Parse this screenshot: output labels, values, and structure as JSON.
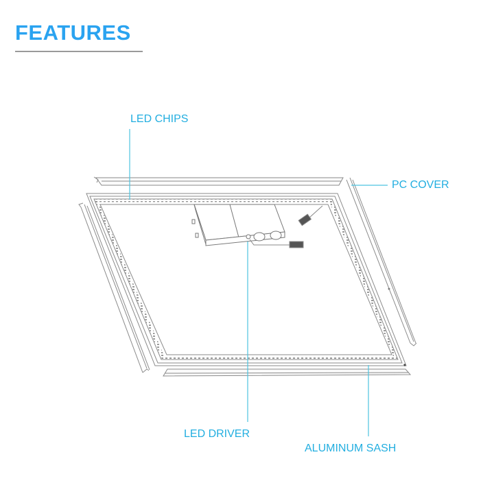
{
  "heading": {
    "title": "FEATURES"
  },
  "colors": {
    "accent": "#2aa3f0",
    "label": "#22aee0",
    "leader": "#4cc3e0",
    "line": "#8a8a8a"
  },
  "callouts": [
    {
      "id": "led-chips",
      "label": "LED CHIPS"
    },
    {
      "id": "pc-cover",
      "label": "PC COVER"
    },
    {
      "id": "led-driver",
      "label": "LED DRIVER"
    },
    {
      "id": "aluminum-sash",
      "label": "ALUMINUM SASH"
    }
  ]
}
